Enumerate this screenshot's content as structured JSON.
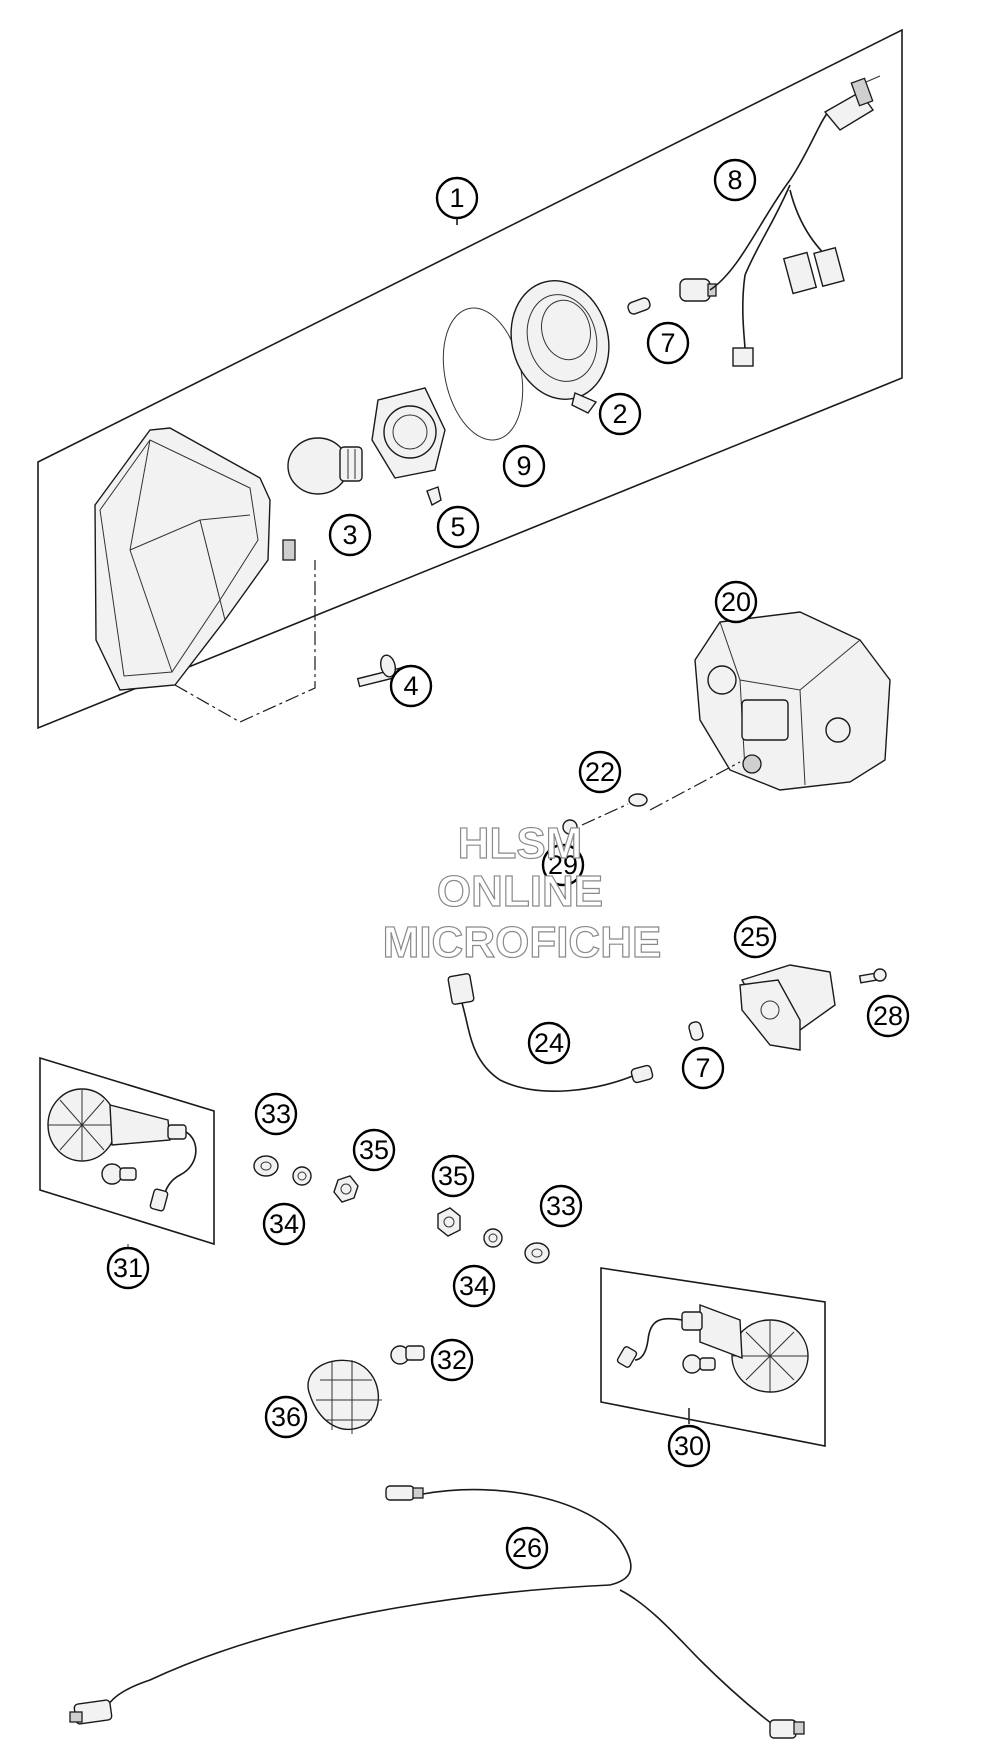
{
  "watermark": {
    "line1": "HLSM",
    "line2": "ONLINE",
    "line3": "MICROFICHE"
  },
  "callouts": [
    "1",
    "2",
    "3",
    "4",
    "5",
    "7",
    "8",
    "9",
    "20",
    "22",
    "29",
    "25",
    "28",
    "24",
    "7",
    "33",
    "35",
    "35",
    "33",
    "34",
    "34",
    "31",
    "30",
    "32",
    "36",
    "26"
  ]
}
